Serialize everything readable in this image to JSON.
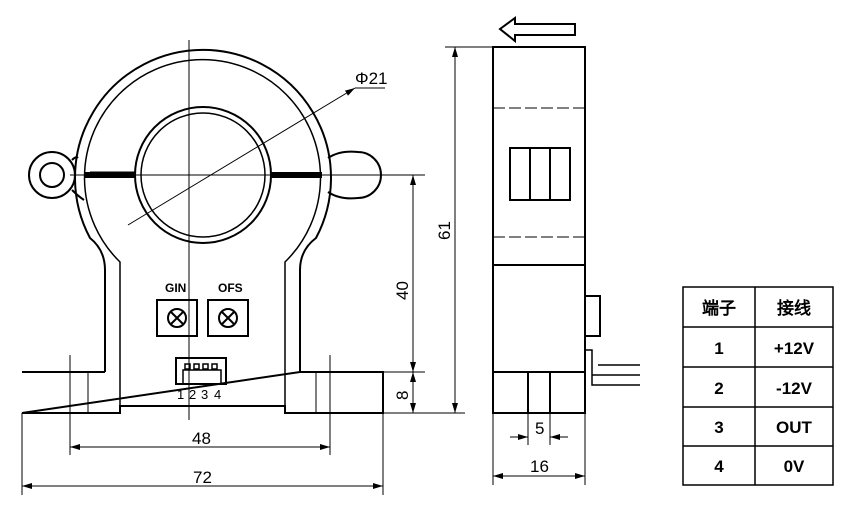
{
  "front_view": {
    "diameter_label": "Φ21",
    "gain_label": "GIN",
    "offset_label": "OFS",
    "pin_labels": [
      "1",
      "2",
      "3",
      "4"
    ],
    "dim_width_mount": "48",
    "dim_width_total": "72",
    "dim_height_center": "40",
    "dim_base_height": "8"
  },
  "side_view": {
    "dim_height_total": "61",
    "dim_slot": "5",
    "dim_depth": "16",
    "arrow_icon": "current-direction-arrow"
  },
  "pin_table": {
    "headers": [
      "端子",
      "接线"
    ],
    "rows": [
      [
        "1",
        "+12V"
      ],
      [
        "2",
        "-12V"
      ],
      [
        "3",
        "OUT"
      ],
      [
        "4",
        "0V"
      ]
    ]
  }
}
